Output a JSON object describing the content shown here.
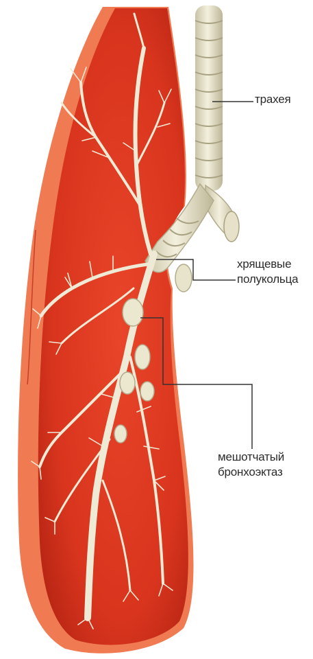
{
  "labels": {
    "trachea": "трахея",
    "cartilage_rings": [
      "хрящевые",
      "полукольца"
    ],
    "saccular_bronchiectasis": [
      "мешотчатый",
      "бронхоэктаз"
    ]
  },
  "colors": {
    "lung": "#e03a22",
    "lung_dark": "#b52514",
    "lung_edge": "#f0744e",
    "airway": "#ece8d2",
    "airway_shadow": "#c8c2a4",
    "leader_line": "#333333",
    "background": "#ffffff"
  }
}
